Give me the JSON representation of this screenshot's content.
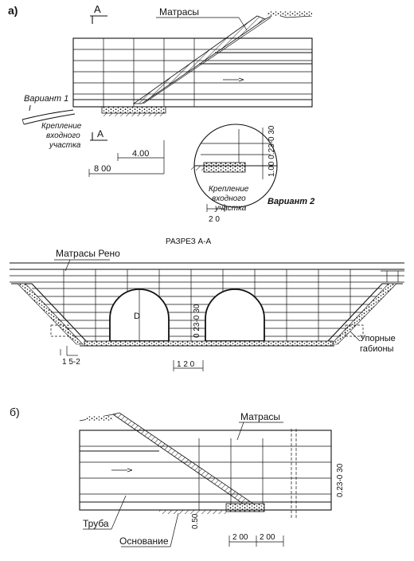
{
  "figure_a": {
    "label": "а)",
    "section_mark": "А",
    "mattress_label": "Матрасы",
    "variant1_label": "Вариант 1",
    "variant1_short": "I",
    "inlet_line1": "Крепление",
    "inlet_line2": "входного",
    "inlet_line3": "участка",
    "dim_inner": "4.00",
    "dim_outer": "8 00",
    "detail": {
      "dim_vertical": "1.00 0.23-0 30",
      "inlet_line1": "Крепление",
      "inlet_line2": "входного",
      "inlet_line3": "участка",
      "dim_bottom": "2 0",
      "variant2_label": "Вариант 2"
    }
  },
  "section": {
    "title": "РАЗРЕЗ А-А",
    "reno_label": "Матрасы Рено",
    "diameter_mark": "D",
    "thickness": "0 23-0 30",
    "slope": "1 5-2",
    "dim_bottom": "1 2 0",
    "stop_line1": "Упорные",
    "stop_line2": "габионы"
  },
  "figure_b": {
    "label": "б)",
    "mattress_label": "Матрасы",
    "thickness": "0.23-0 30",
    "pipe_label": "Труба",
    "base_label": "Основание",
    "dim_height": "0.50",
    "dim_1": "2 00",
    "dim_2": "2 00"
  }
}
